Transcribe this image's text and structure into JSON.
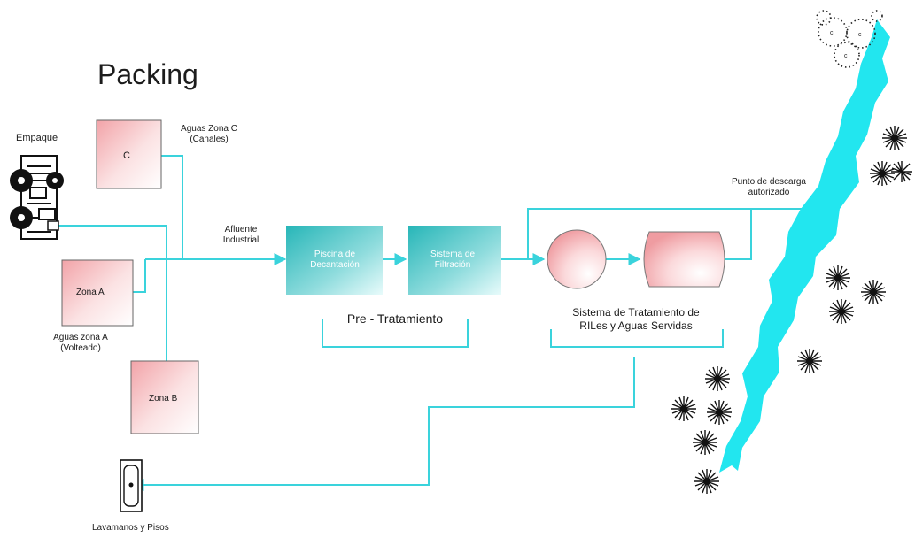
{
  "diagram": {
    "title": "Packing",
    "sources": {
      "empaque": "Empaque",
      "zona_c": "C",
      "zona_c_caption_1": "Aguas Zona C",
      "zona_c_caption_2": "(Canales)",
      "zona_a": "Zona A",
      "zona_a_caption_1": "Aguas zona A",
      "zona_a_caption_2": "(Volteado)",
      "zona_b": "Zona B",
      "lavamanos": "Lavamanos y Pisos"
    },
    "flow": {
      "afluente_1": "Afluente",
      "afluente_2": "Industrial",
      "piscina_1": "Piscina de",
      "piscina_2": "Decantación",
      "filtracion_1": "Sistema de",
      "filtracion_2": "Filtración",
      "pretratamiento": "Pre - Tratamiento",
      "tratamiento_1": "Sistema de Tratamiento de",
      "tratamiento_2": "RILes y Aguas Servidas",
      "descarga_1": "Punto de descarga",
      "descarga_2": "autorizado"
    },
    "colors": {
      "pipe": "#3ad3dc",
      "river": "#22e6ef",
      "teal_box": "#3fc1c4",
      "pink_box": "#f0a8ac"
    }
  }
}
